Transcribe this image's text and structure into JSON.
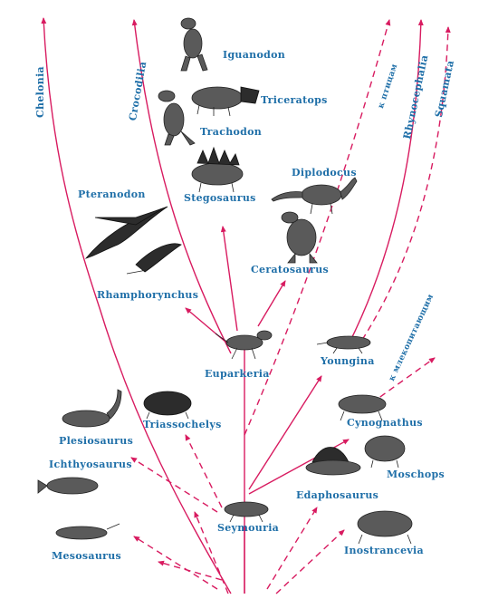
{
  "labels": {
    "chelonia": "Chelonia",
    "crocodilia": "Crocodilia",
    "iguanodon": "Iguanodon",
    "triceratops": "Triceratops",
    "trachodon": "Trachodon",
    "stegosaurus": "Stegosaurus",
    "diplodocus": "Diplodocus",
    "pteranodon": "Pteranodon",
    "ceratosaurus": "Ceratosaurus",
    "rhamphorynchus": "Rhamphorynchus",
    "euparkeria": "Euparkeria",
    "youngina": "Youngina",
    "triassochelys": "Triassochelys",
    "plesiosaurus": "Plesiosaurus",
    "cynognathus": "Cynognathus",
    "ichthyosaurus": "Ichthyosaurus",
    "moschops": "Moschops",
    "edaphosaurus": "Edaphosaurus",
    "seymouria": "Seymouria",
    "mesosaurus": "Mesosaurus",
    "inostrancevia": "Inostrancevia",
    "k_pticam": "к птицам",
    "rhynocephalia": "Rhynocephalia",
    "squamata": "Squamata",
    "k_mlekopitayushchim": "к млекопитающим"
  },
  "colors": {
    "label": "#1f6fa8",
    "arrow": "#d81b60"
  }
}
